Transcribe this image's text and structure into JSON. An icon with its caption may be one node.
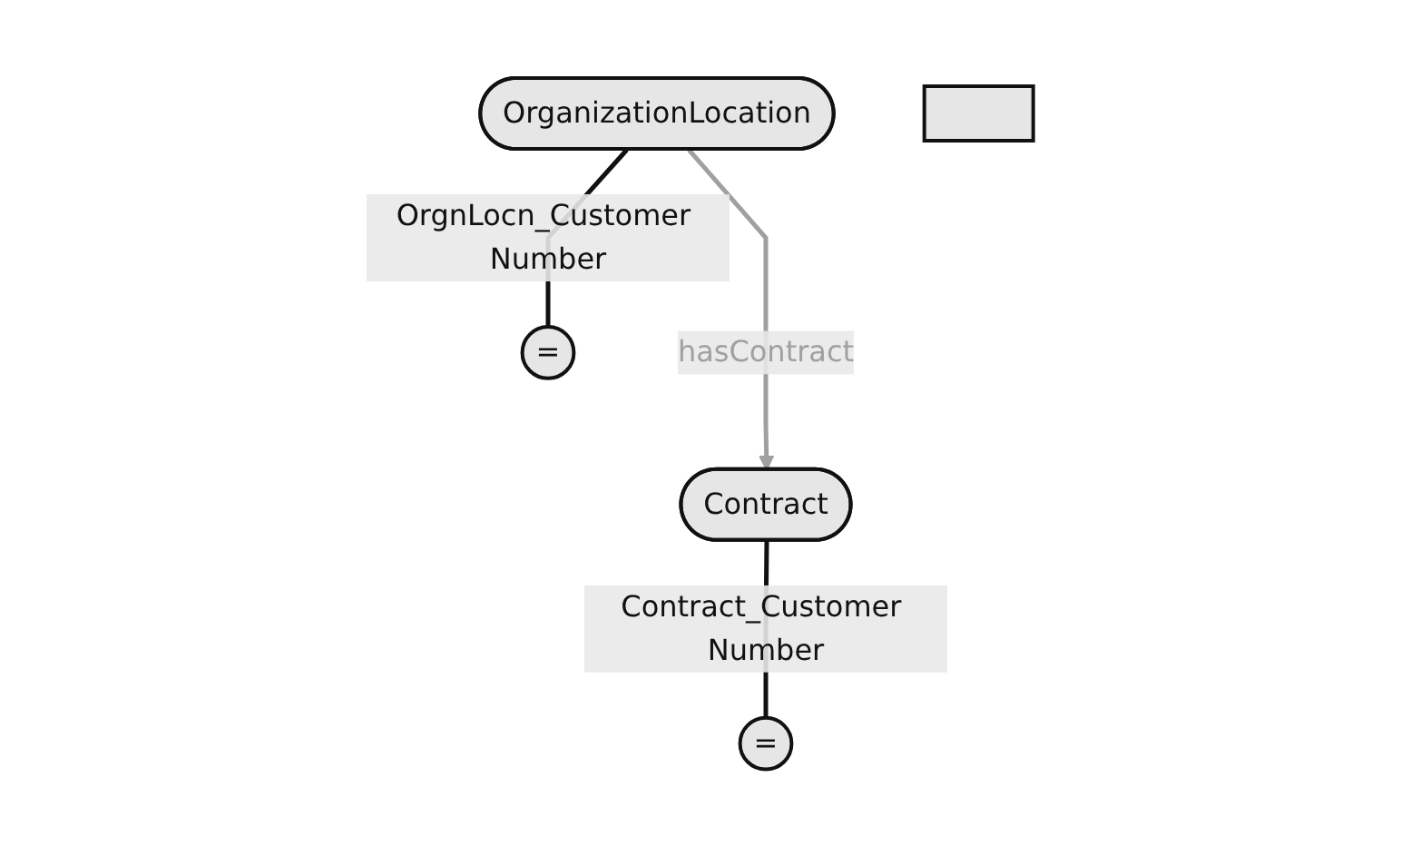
{
  "diagram": {
    "nodes": [
      {
        "text": [
          "OrganizationLocation"
        ]
      },
      {
        "text": [
          "Contract"
        ]
      },
      {
        "text": [
          "="
        ]
      },
      {
        "text": [
          "="
        ]
      },
      {
        "text": [],
        "shape": "box"
      }
    ],
    "edges": [
      {
        "from": 0,
        "to": 1,
        "arrow": "to",
        "label": "hasContract",
        "color": "#a0a0a0"
      },
      {
        "from": 1,
        "to": 2,
        "arrow": "none",
        "label": "Contract_Customer Number"
      },
      {
        "from": 0,
        "to": 3,
        "arrow": "none",
        "label": "OrgnLocn_Customer Number"
      }
    ]
  }
}
